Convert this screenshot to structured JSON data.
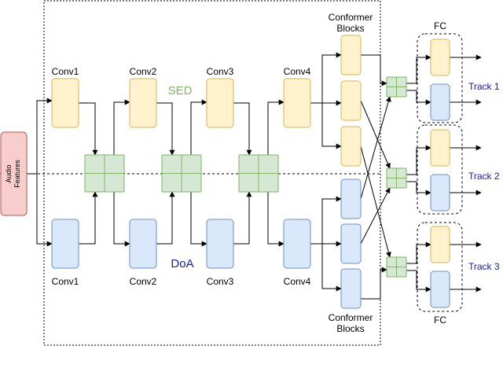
{
  "input_label_lines": [
    "Audio",
    "Features"
  ],
  "sed_label": "SED",
  "doa_label": "DoA",
  "conv_labels": [
    "Conv1",
    "Conv2",
    "Conv3",
    "Conv4"
  ],
  "conformer_label_lines": [
    "Conformer",
    "Blocks"
  ],
  "fc_label": "FC",
  "track_labels": [
    "Track 1",
    "Track 2",
    "Track 3"
  ],
  "colors": {
    "sed_fill": "#fff2cc",
    "sed_stroke": "#d6b656",
    "doa_fill": "#dae8fc",
    "doa_stroke": "#6c8ebf",
    "merge_fill": "#d5e8d4",
    "merge_stroke": "#82b366",
    "input_fill": "#f8cecc",
    "input_stroke": "#b85450",
    "sed_text": "#82b366",
    "doa_text": "#1a1aa6",
    "track_text": "#1a1aa6"
  }
}
